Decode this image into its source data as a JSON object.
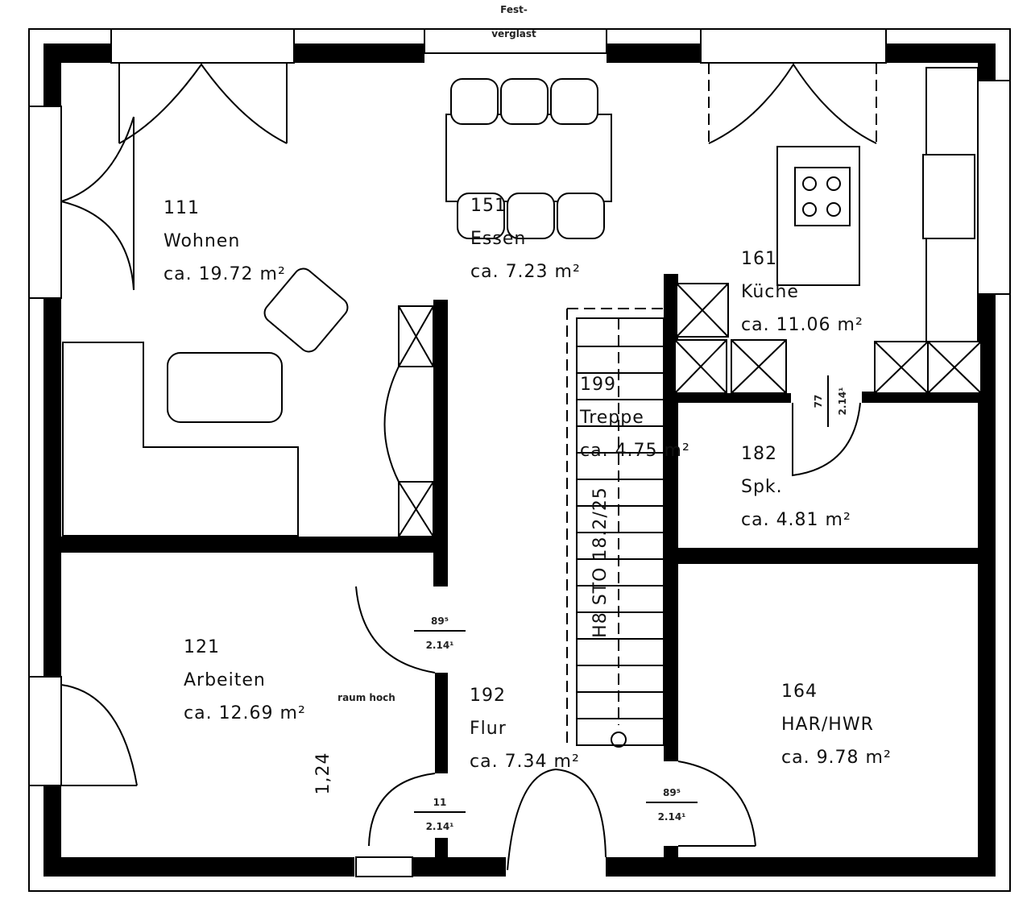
{
  "labels": {
    "fest": "Fest-",
    "verglast": "verglast",
    "raumhoch": "raum hoch",
    "dim_124": "1,24",
    "stair_code": "H8 STO 18.2/25"
  },
  "rooms": [
    {
      "id": "wohnen",
      "number": "111",
      "name": "Wohnen",
      "area": "ca. 19.72 m²"
    },
    {
      "id": "essen",
      "number": "151",
      "name": "Essen",
      "area": "ca. 7.23 m²"
    },
    {
      "id": "kueche",
      "number": "161",
      "name": "Küche",
      "area": "ca. 11.06 m²"
    },
    {
      "id": "treppe",
      "number": "199",
      "name": "Treppe",
      "area": "ca. 4.75 m²"
    },
    {
      "id": "spk",
      "number": "182",
      "name": "Spk.",
      "area": "ca. 4.81 m²"
    },
    {
      "id": "arbeiten",
      "number": "121",
      "name": "Arbeiten",
      "area": "ca. 12.69 m²"
    },
    {
      "id": "flur",
      "number": "192",
      "name": "Flur",
      "area": "ca. 7.34 m²"
    },
    {
      "id": "har",
      "number": "164",
      "name": "HAR/HWR",
      "area": "ca. 9.78 m²"
    }
  ],
  "doors": [
    {
      "id": "arbeiten-door",
      "top": "89⁵",
      "bottom": "2.14¹"
    },
    {
      "id": "entrance-door",
      "top": "11",
      "bottom": "2.14¹"
    },
    {
      "id": "har-door",
      "top": "89⁵",
      "bottom": "2.14¹"
    },
    {
      "id": "spk-door",
      "top": "77",
      "bottom": "2.14¹"
    }
  ]
}
